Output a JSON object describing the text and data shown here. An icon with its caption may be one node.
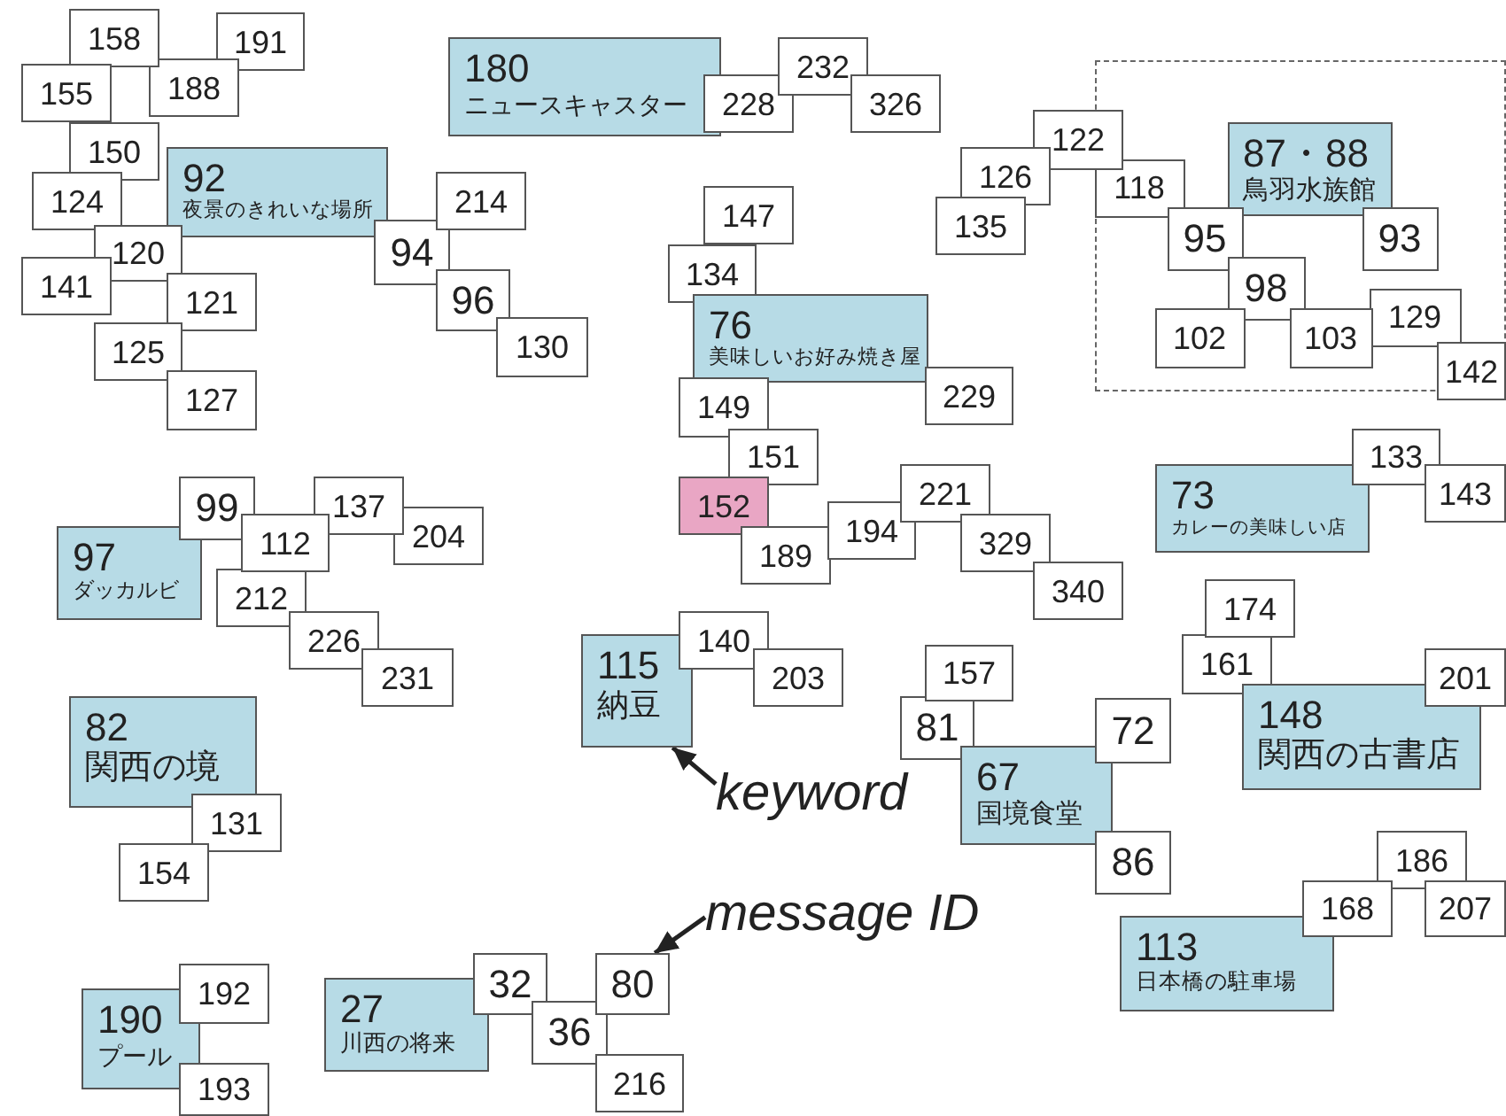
{
  "diagram": {
    "nodes": [
      {
        "text": [
          "191"
        ]
      },
      {
        "text": [
          "158"
        ]
      },
      {
        "text": [
          "188"
        ]
      },
      {
        "text": [
          "155"
        ]
      },
      {
        "text": [
          "150"
        ]
      },
      {
        "text": [
          "124"
        ]
      },
      {
        "text": [
          "92",
          "夜景のきれいな場所"
        ]
      },
      {
        "text": [
          "120"
        ]
      },
      {
        "text": [
          "141"
        ]
      },
      {
        "text": [
          "121"
        ]
      },
      {
        "text": [
          "125"
        ]
      },
      {
        "text": [
          "127"
        ]
      },
      {
        "text": [
          "94"
        ]
      },
      {
        "text": [
          "214"
        ]
      },
      {
        "text": [
          "96"
        ]
      },
      {
        "text": [
          "130"
        ]
      },
      {
        "text": [
          "180",
          "ニュースキャスター"
        ]
      },
      {
        "text": [
          "228"
        ]
      },
      {
        "text": [
          "232"
        ]
      },
      {
        "text": [
          "326"
        ]
      },
      {
        "text": [],
        "shape": "box"
      },
      {
        "text": [
          "122"
        ]
      },
      {
        "text": [
          "126"
        ]
      },
      {
        "text": [
          "135"
        ]
      },
      {
        "text": [
          "118"
        ],
        "in": 20
      },
      {
        "text": [
          "87・88",
          "鳥羽水族館"
        ],
        "in": 20
      },
      {
        "text": [
          "95"
        ],
        "in": 20
      },
      {
        "text": [
          "93"
        ],
        "in": 20
      },
      {
        "text": [
          "98"
        ],
        "in": 20
      },
      {
        "text": [
          "102"
        ],
        "in": 20
      },
      {
        "text": [
          "103"
        ],
        "in": 20
      },
      {
        "text": [
          "129"
        ],
        "in": 20
      },
      {
        "text": [
          "142"
        ]
      },
      {
        "text": [
          "147"
        ]
      },
      {
        "text": [
          "134"
        ]
      },
      {
        "text": [
          "76",
          "美味しいお好み焼き屋"
        ]
      },
      {
        "text": [
          "229"
        ]
      },
      {
        "text": [
          "149"
        ]
      },
      {
        "text": [
          "151"
        ]
      },
      {
        "text": [
          "152"
        ]
      },
      {
        "text": [
          "189"
        ]
      },
      {
        "text": [
          "194"
        ]
      },
      {
        "text": [
          "221"
        ]
      },
      {
        "text": [
          "329"
        ]
      },
      {
        "text": [
          "340"
        ]
      },
      {
        "text": [
          "73",
          "カレーの美味しい店"
        ]
      },
      {
        "text": [
          "133"
        ]
      },
      {
        "text": [
          "143"
        ]
      },
      {
        "text": [
          "97",
          "ダッカルビ"
        ]
      },
      {
        "text": [
          "99"
        ]
      },
      {
        "text": [
          "112"
        ]
      },
      {
        "text": [
          "137"
        ]
      },
      {
        "text": [
          "204"
        ]
      },
      {
        "text": [
          "212"
        ]
      },
      {
        "text": [
          "226"
        ]
      },
      {
        "text": [
          "231"
        ]
      },
      {
        "text": [
          "115",
          "納豆"
        ]
      },
      {
        "text": [
          "140"
        ]
      },
      {
        "text": [
          "203"
        ]
      },
      {
        "text": [
          "keyword"
        ]
      },
      {
        "text": [
          "157"
        ]
      },
      {
        "text": [
          "81"
        ]
      },
      {
        "text": [
          "67",
          "国境食堂"
        ]
      },
      {
        "text": [
          "72"
        ]
      },
      {
        "text": [
          "86"
        ]
      },
      {
        "text": [
          "174"
        ]
      },
      {
        "text": [
          "161"
        ]
      },
      {
        "text": [
          "148",
          "関西の古書店"
        ]
      },
      {
        "text": [
          "201"
        ]
      },
      {
        "text": [
          "82",
          "関西の境"
        ]
      },
      {
        "text": [
          "131"
        ]
      },
      {
        "text": [
          "154"
        ]
      },
      {
        "text": [
          "message ID"
        ]
      },
      {
        "text": [
          "113",
          "日本橋の駐車場"
        ]
      },
      {
        "text": [
          "186"
        ]
      },
      {
        "text": [
          "168"
        ]
      },
      {
        "text": [
          "207"
        ]
      },
      {
        "text": [
          "190",
          "プール"
        ]
      },
      {
        "text": [
          "192"
        ]
      },
      {
        "text": [
          "193"
        ]
      },
      {
        "text": [
          "27",
          "川西の将来"
        ]
      },
      {
        "text": [
          "32"
        ]
      },
      {
        "text": [
          "36"
        ]
      },
      {
        "text": [
          "80"
        ]
      },
      {
        "text": [
          "216"
        ]
      }
    ],
    "edges": [
      {
        "from": 59,
        "to": 56,
        "arrow": "to"
      },
      {
        "from": 72,
        "to": 83,
        "arrow": "to"
      }
    ]
  }
}
